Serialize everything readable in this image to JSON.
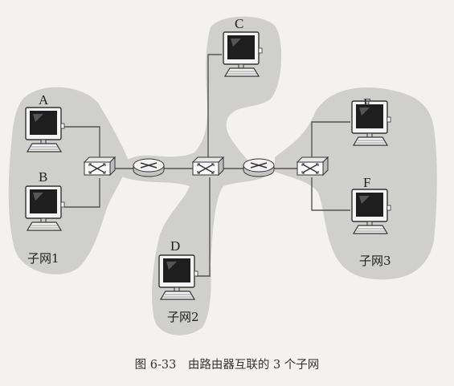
{
  "diagram": {
    "nodes": {
      "A": "A",
      "B": "B",
      "C": "C",
      "D": "D",
      "E": "E",
      "F": "F"
    },
    "subnets": {
      "subnet1": "子网1",
      "subnet2": "子网2",
      "subnet3": "子网3"
    },
    "colors": {
      "blob": "#cfcfcb",
      "line": "#555555",
      "device": "#ffffff",
      "background": "#f3f2ee"
    }
  },
  "caption": "图 6-33　由路由器互联的 3 个子网"
}
